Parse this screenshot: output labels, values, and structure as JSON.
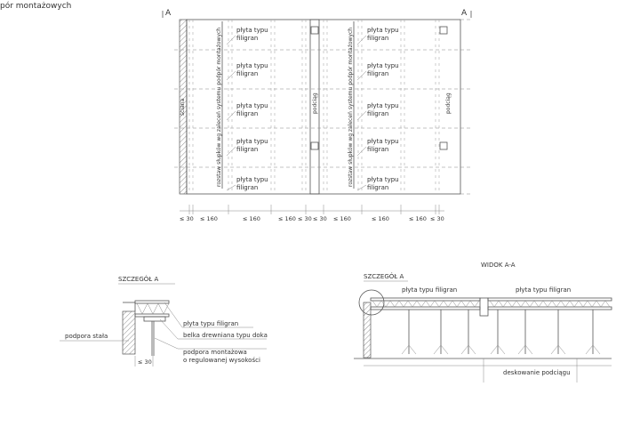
{
  "header": {
    "title": "pór montażowych"
  },
  "plan": {
    "section_mark_left": "A",
    "section_mark_right": "A",
    "slab_label_line1": "płyta typu",
    "slab_label_line2": "filigran",
    "vertical_note": "rozstaw słupków wg zaleceń systemu podpór montażowych",
    "wall_label": "ściana",
    "beam_label": "podciąg",
    "dims": [
      "≤ 30",
      "≤ 160",
      "≤ 160",
      "≤ 160",
      "≤ 30",
      "≤ 30",
      "≤ 160",
      "≤ 160",
      "≤ 160",
      "≤ 30"
    ]
  },
  "detail": {
    "title": "SZCZEGÓŁ A",
    "label_slab": "płyta typu filigran",
    "label_beam": "belka drewniana typu doka",
    "label_prop_1": "podpora montażowa",
    "label_prop_2": "o regulowanej wysokości",
    "label_fixed": "podpora stała",
    "dim": "≤ 30"
  },
  "view": {
    "title": "WIDOK A-A",
    "detail_ref": "SZCZEGÓŁ A",
    "slab_left": "płyta typu filigran",
    "slab_right": "płyta typu filigran",
    "formwork": "deskowanie podciągu"
  }
}
